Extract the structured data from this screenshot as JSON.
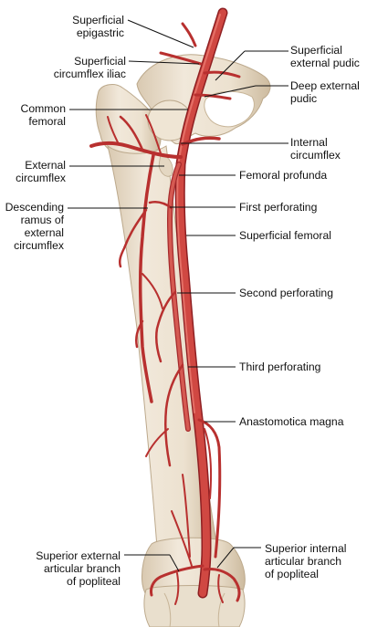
{
  "labels": {
    "superficial_epigastric": "Superficial\nepigastric",
    "superficial_circumflex_iliac": "Superficial\ncircumflex iliac",
    "common_femoral": "Common\nfemoral",
    "external_circumflex": "External\ncircumflex",
    "descending_ramus": "Descending\nramus of\nexternal\ncircumflex",
    "superficial_external_pudic": "Superficial\nexternal pudic",
    "deep_external_pudic": "Deep external\npudic",
    "internal_circumflex": "Internal\ncircumflex",
    "femoral_profunda": "Femoral profunda",
    "first_perforating": "First perforating",
    "superficial_femoral": "Superficial femoral",
    "second_perforating": "Second perforating",
    "third_perforating": "Third perforating",
    "anastomotica_magna": "Anastomotica magna",
    "superior_external_articular": "Superior external\narticular branch\nof popliteal",
    "superior_internal_articular": "Superior internal\narticular branch\nof popliteal"
  },
  "colors": {
    "bone": "#ede3d3",
    "bone_shade": "#d8c9b2",
    "artery": "#c73a3a",
    "artery_dark": "#8e1f22",
    "leader": "#111111"
  }
}
